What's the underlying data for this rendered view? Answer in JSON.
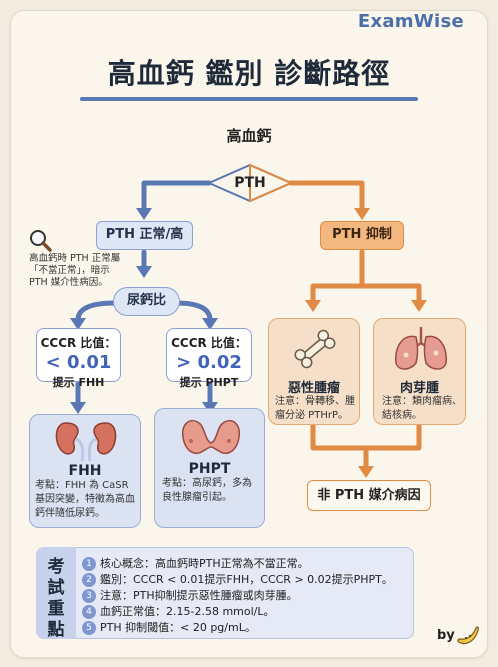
{
  "brand": "ExamWise",
  "title": "高血鈣 鑑別 診斷路徑",
  "top_label": "高血鈣",
  "decision": "PTH",
  "left_branch": {
    "label": "PTH 正常/高",
    "note": "高血鈣時 PTH 正常屬「不當正常」，暗示 PTH 媒介性病因。",
    "test": "尿鈣比",
    "options": [
      {
        "title": "CCCR 比值：",
        "value": "< 0.01",
        "hint": "提示 FHH",
        "name": "FHH",
        "note": "考點：FHH 為 CaSR 基因突變，特徵為高血鈣伴隨低尿鈣。"
      },
      {
        "title": "CCCR 比值：",
        "value": "> 0.02",
        "hint": "提示 PHPT",
        "name": "PHPT",
        "note": "考點：高尿鈣，多為良性腺瘤引起。"
      }
    ]
  },
  "right_branch": {
    "label": "PTH 抑制",
    "options": [
      {
        "name": "惡性腫瘤",
        "note": "注意：骨轉移、腫瘤分泌 PTHrP。"
      },
      {
        "name": "肉芽腫",
        "note": "注意：類肉瘤病、結核病。"
      }
    ],
    "result": "非 PTH 媒介病因"
  },
  "key_points": {
    "heading": [
      "考",
      "試",
      "重",
      "點"
    ],
    "items": [
      {
        "num": "1",
        "text": "核心概念：高血鈣時PTH正常為不當正常。"
      },
      {
        "num": "2",
        "text": "鑑別：CCCR < 0.01提示FHH，CCCR > 0.02提示PHPT。"
      },
      {
        "num": "3",
        "text": "注意：PTH抑制提示惡性腫瘤或肉芽腫。"
      },
      {
        "num": "4",
        "text": "血鈣正常值：2.15-2.58 mmol/L。"
      },
      {
        "num": "5",
        "text": "PTH 抑制閾值：< 20 pg/mL。"
      }
    ]
  },
  "byline": "by",
  "colors": {
    "blue": "#5a79b4",
    "orange": "#e08a43"
  },
  "icons": [
    "magnifier-icon",
    "kidney-icon",
    "thyroid-icon",
    "bone-icon",
    "lungs-icon",
    "banana-icon"
  ]
}
